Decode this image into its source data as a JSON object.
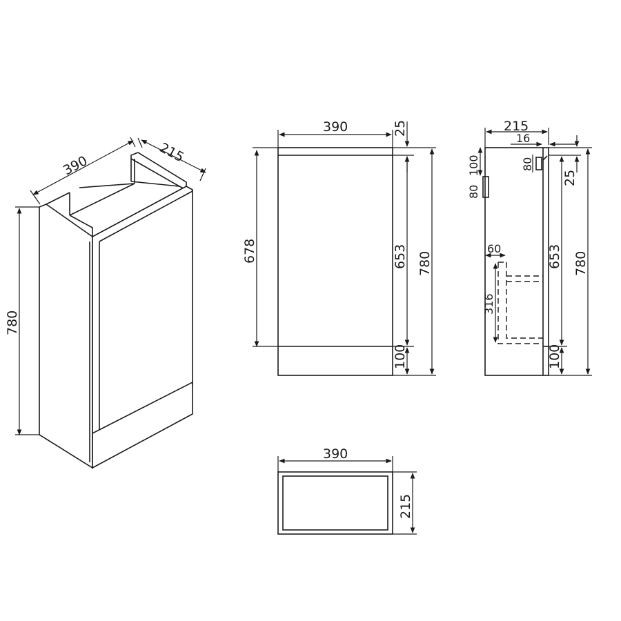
{
  "isometric": {
    "width": "390",
    "depth": "215",
    "height": "780"
  },
  "front": {
    "width": "390",
    "top": "25",
    "door": "653",
    "opening": "678",
    "plinth": "100",
    "height": "780"
  },
  "side": {
    "depth": "215",
    "offset": "16",
    "bracket_h": "80",
    "bracket_top": "100",
    "bracket_w": "80",
    "top": "25",
    "door": "653",
    "height": "780",
    "shelf_depth": "60",
    "shelf_h": "316",
    "plinth": "100"
  },
  "plan": {
    "width": "390",
    "depth": "215"
  }
}
